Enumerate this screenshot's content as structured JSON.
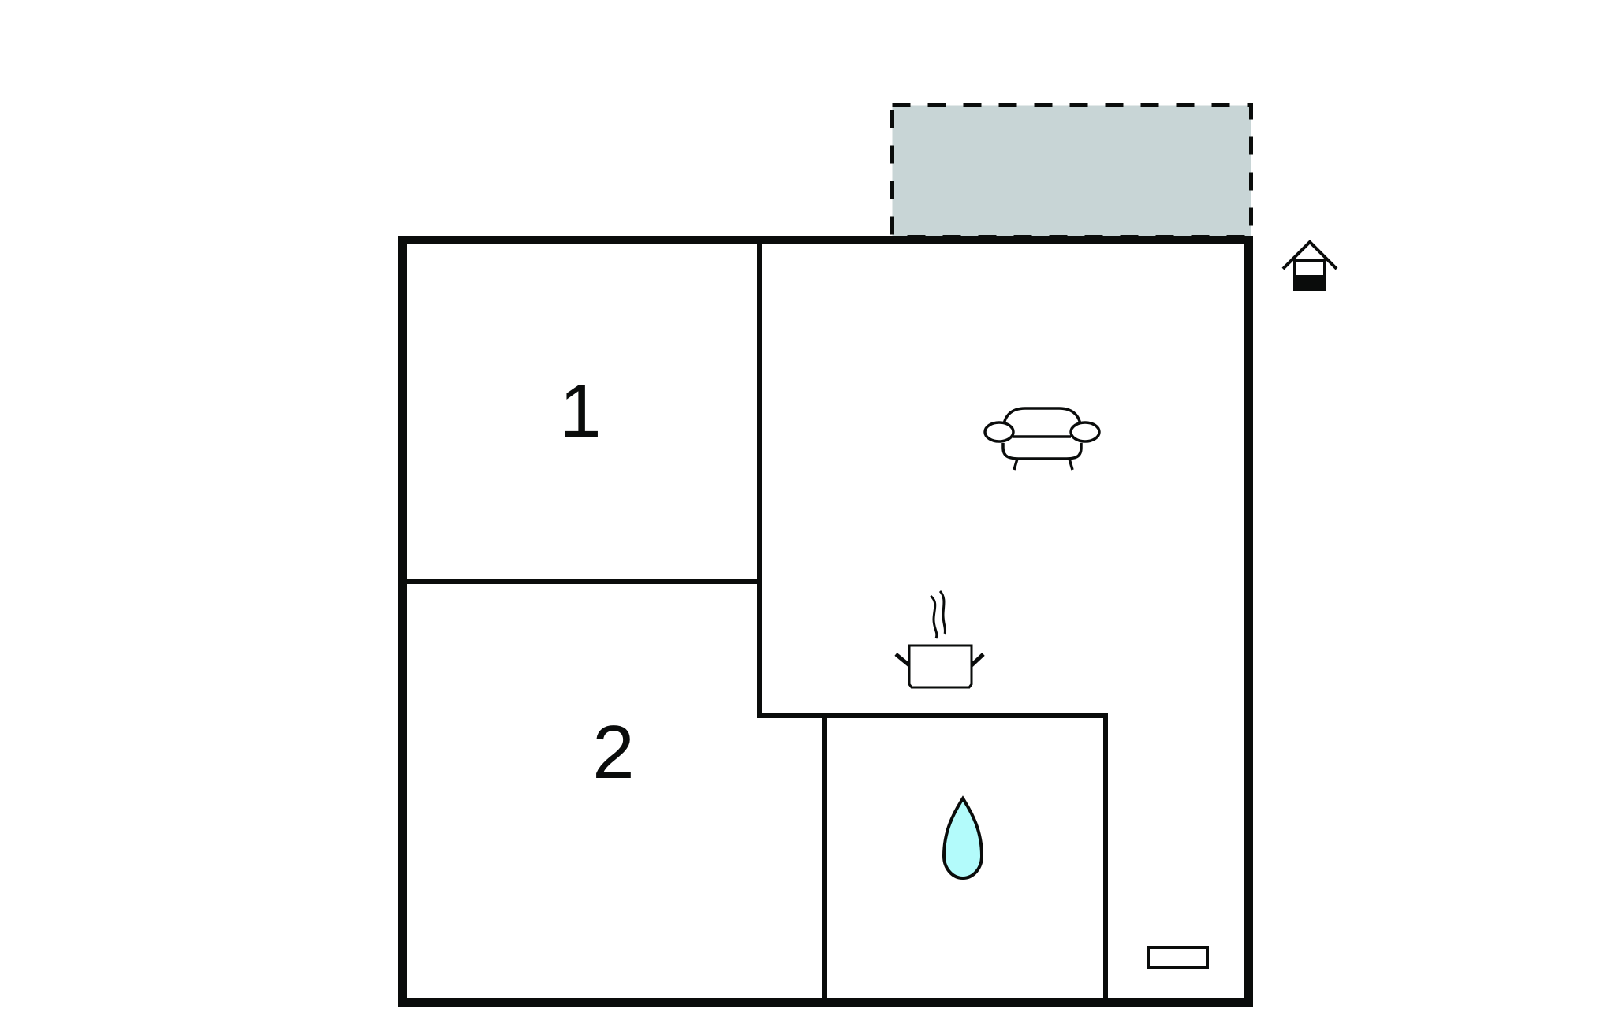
{
  "floorplan": {
    "rooms": [
      {
        "id": "bedroom-1",
        "label": "1",
        "type": "bedroom"
      },
      {
        "id": "bedroom-2",
        "label": "2",
        "type": "bedroom"
      },
      {
        "id": "living-kitchen",
        "label": "",
        "type": "living room / kitchen"
      },
      {
        "id": "bathroom",
        "label": "",
        "type": "bathroom"
      },
      {
        "id": "terrace",
        "label": "",
        "type": "terrace (outdoor, dashed)"
      }
    ],
    "icons": [
      {
        "name": "sofa-icon",
        "room": "living-kitchen"
      },
      {
        "name": "cooking-pot-icon",
        "room": "living-kitchen"
      },
      {
        "name": "water-drop-icon",
        "room": "bathroom"
      },
      {
        "name": "house-entrance-icon",
        "location": "outside right of terrace"
      },
      {
        "name": "door-icon",
        "location": "bottom wall"
      }
    ]
  },
  "colors": {
    "wall": "#0a0c0b",
    "terrace_fill": "#c8d5d6",
    "water_drop_fill": "#b3fbfb",
    "background": "#ffffff"
  }
}
